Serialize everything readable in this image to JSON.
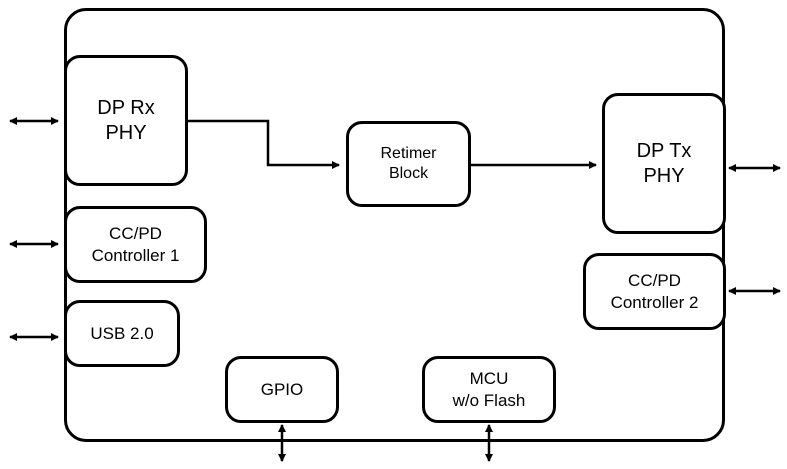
{
  "diagram": {
    "blocks": {
      "dp_rx": {
        "line1": "DP Rx",
        "line2": "PHY"
      },
      "retimer": {
        "line1": "Retimer",
        "line2": "Block"
      },
      "dp_tx": {
        "line1": "DP Tx",
        "line2": "PHY"
      },
      "ccpd1": {
        "line1": "CC/PD",
        "line2": "Controller 1"
      },
      "ccpd2": {
        "line1": "CC/PD",
        "line2": "Controller 2"
      },
      "usb": {
        "line1": "USB 2.0"
      },
      "gpio": {
        "line1": "GPIO"
      },
      "mcu": {
        "line1": "MCU",
        "line2": "w/o Flash"
      }
    }
  }
}
